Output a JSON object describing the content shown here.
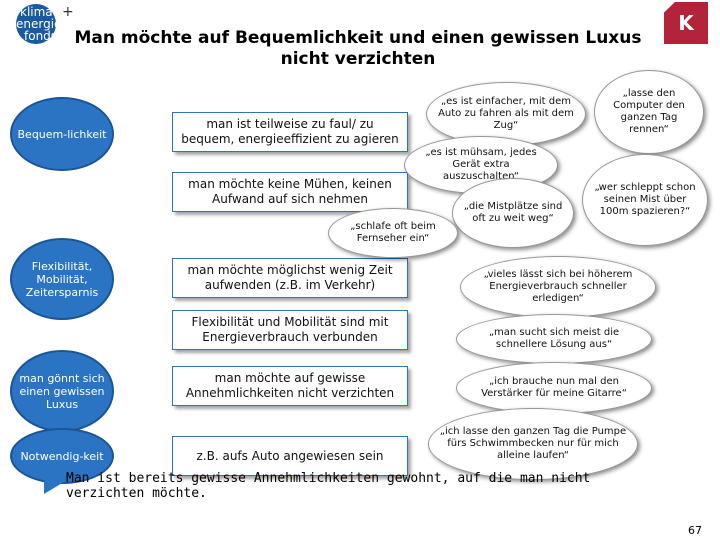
{
  "logo": {
    "line1": "klima",
    "line2": "energie",
    "line3": "fonds",
    "plus": "+"
  },
  "title": "Man möchte auf Bequemlichkeit und einen gewissen Luxus nicht verzichten",
  "corner_logo": "K",
  "categories": [
    "Bequem-lichkeit",
    "Flexibilität, Mobilität, Zeitersparnis",
    "man gönnt sich einen gewissen Luxus",
    "Notwendig-keit"
  ],
  "statements": [
    "man ist teilweise zu faul/ zu bequem, energieeffizient zu agieren",
    "man möchte keine Mühen, keinen Aufwand auf sich nehmen",
    "man möchte möglichst wenig Zeit aufwenden (z.B. im Verkehr)",
    "Flexibilität und Mobilität sind mit Energieverbrauch verbunden",
    "man möchte auf gewisse Annehmlichkeiten nicht verzichten",
    "z.B. aufs Auto angewiesen sein"
  ],
  "quotes": [
    "„es ist einfacher, mit dem Auto zu fahren als mit dem Zug“",
    "„lasse den Computer den ganzen Tag rennen“",
    "„es ist mühsam, jedes Gerät extra auszuschalten“",
    "„wer schleppt schon seinen Mist über 100m spazieren?“",
    "„die Mistplätze sind oft zu weit weg“",
    "„schlafe oft beim Fernseher ein“",
    "„vieles lässt sich bei höherem Energieverbrauch schneller erledigen“",
    "„man sucht sich meist die schnellere Lösung aus“",
    "„ich brauche nun mal den Verstärker für meine Gitarre“",
    "„ich lasse den ganzen Tag die Pumpe fürs Schwimmbecken nur für mich alleine laufen“"
  ],
  "footer": "Man ist bereits gewisse Annehmlichkeiten gewohnt, auf die man nicht verzichten möchte.",
  "page_number": "67",
  "colors": {
    "accent_blue": "#2b74c4",
    "logo_red": "#b3233a",
    "logo_blue": "#1a5aa0"
  }
}
